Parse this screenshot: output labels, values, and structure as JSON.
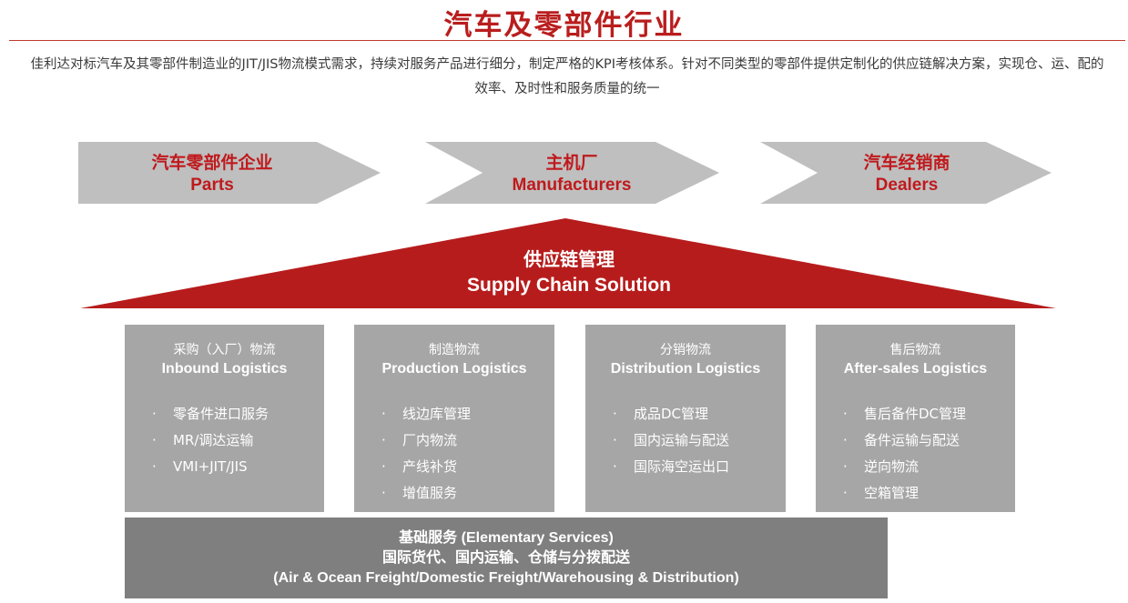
{
  "title": "汽车及零部件行业",
  "intro": "佳利达对标汽车及其零部件制造业的JIT/JIS物流模式需求，持续对服务产品进行细分，制定严格的KPI考核体系。针对不同类型的零部件提供定制化的供应链解决方案，实现仓、运、配的效率、及时性和服务质量的统一",
  "chain": [
    {
      "cn": "汽车零部件企业",
      "en": "Parts"
    },
    {
      "cn": "主机厂",
      "en": "Manufacturers"
    },
    {
      "cn": "汽车经销商",
      "en": "Dealers"
    }
  ],
  "roof": {
    "cn": "供应链管理",
    "en": "Supply Chain Solution"
  },
  "pillars": [
    {
      "cn": "采购（入厂）物流",
      "en": "Inbound Logistics",
      "items": [
        "零备件进口服务",
        "MR/调达运输",
        "VMI+JIT/JIS"
      ]
    },
    {
      "cn": "制造物流",
      "en": "Production Logistics",
      "items": [
        "线边库管理",
        "厂内物流",
        "产线补货",
        "增值服务"
      ]
    },
    {
      "cn": "分销物流",
      "en": "Distribution Logistics",
      "items": [
        "成品DC管理",
        "国内运输与配送",
        "国际海空运出口"
      ]
    },
    {
      "cn": "售后物流",
      "en": "After-sales Logistics",
      "items": [
        "售后备件DC管理",
        "备件运输与配送",
        "逆向物流",
        "空箱管理"
      ]
    }
  ],
  "base": {
    "line1": "基础服务 (Elementary Services)",
    "line2": "国际货代、国内运输、仓储与分拨配送",
    "line3": "(Air & Ocean Freight/Domestic Freight/Warehousing & Distribution)"
  },
  "bullet": "·",
  "colors": {
    "accent": "#c0191c",
    "arrow": "#bfbfbf",
    "pillar": "#a6a6a6",
    "base": "#7f7f7f"
  }
}
